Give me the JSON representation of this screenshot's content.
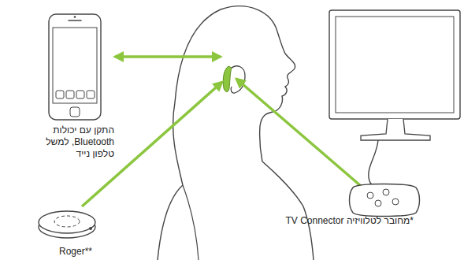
{
  "diagram": {
    "nodes": [
      {
        "text": [
          "התקן עם יכולות Bluetooth, למשל טלפון נייד"
        ]
      },
      {
        "text": [
          "TV Connector מחובר לטלוויזיה*"
        ]
      },
      {
        "text": [
          "Roger**"
        ]
      }
    ]
  }
}
